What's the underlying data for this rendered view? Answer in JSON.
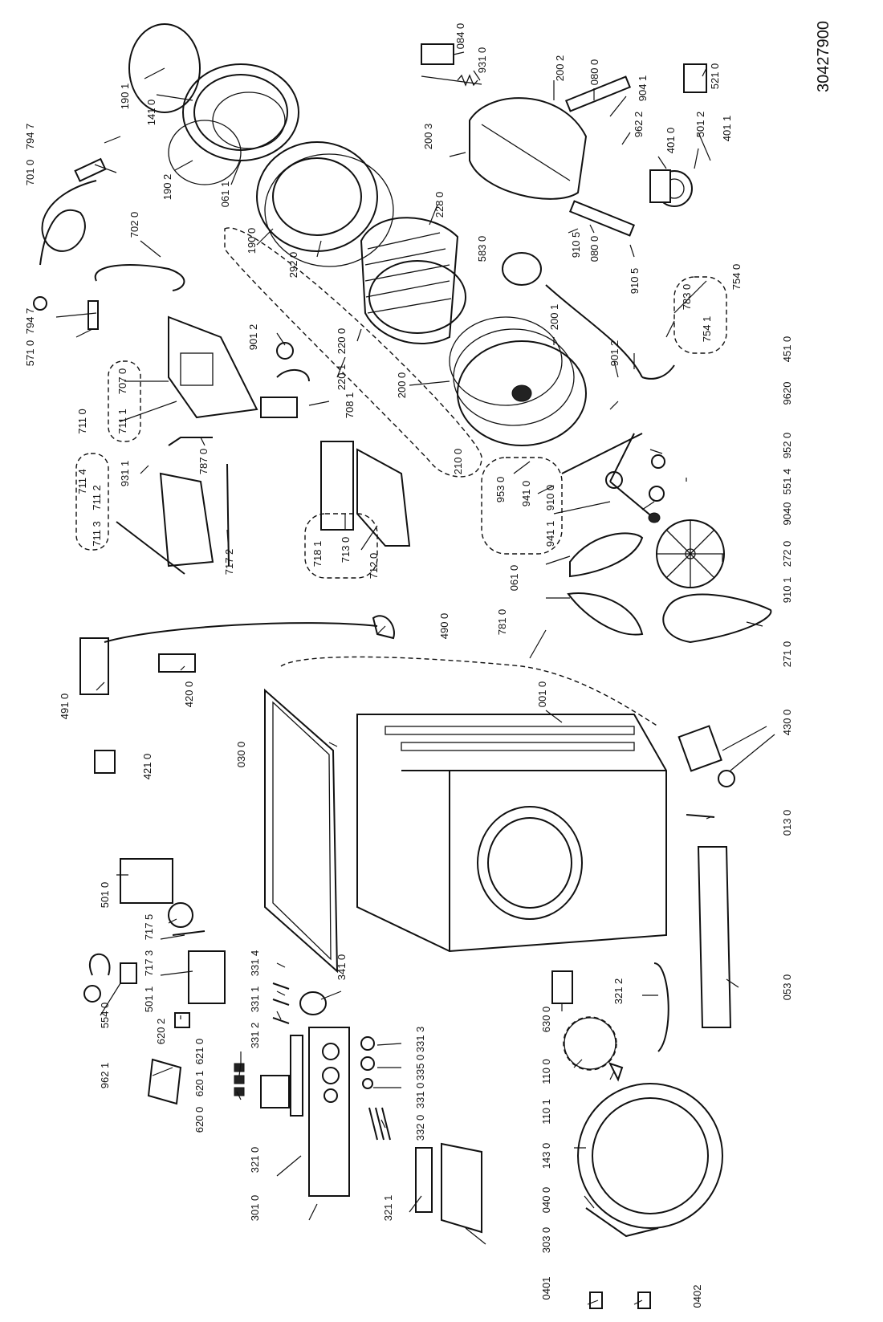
{
  "drawing_ref": "30427900",
  "labels": [
    {
      "text": "190 1"
    },
    {
      "text": "141 0"
    },
    {
      "text": "794 7"
    },
    {
      "text": "701 0"
    },
    {
      "text": "190 2"
    },
    {
      "text": "061 1"
    },
    {
      "text": "702 0"
    },
    {
      "text": "190 0"
    },
    {
      "text": "292 0"
    },
    {
      "text": "228 0"
    },
    {
      "text": "794 7"
    },
    {
      "text": "571 0"
    },
    {
      "text": "901 2"
    },
    {
      "text": "220 0"
    },
    {
      "text": "220 1"
    },
    {
      "text": "707 0"
    },
    {
      "text": "708 1"
    },
    {
      "text": "711 0"
    },
    {
      "text": "711 1"
    },
    {
      "text": "200 0"
    },
    {
      "text": "931 1"
    },
    {
      "text": "787 0"
    },
    {
      "text": "711 4"
    },
    {
      "text": "711 2"
    },
    {
      "text": "711 3"
    },
    {
      "text": "717 2"
    },
    {
      "text": "718 1"
    },
    {
      "text": "713 0"
    },
    {
      "text": "712 0"
    },
    {
      "text": "210 0"
    },
    {
      "text": "084 0"
    },
    {
      "text": "931 0"
    },
    {
      "text": "200 2"
    },
    {
      "text": "080 0"
    },
    {
      "text": "904 1"
    },
    {
      "text": "521 0"
    },
    {
      "text": "200 3"
    },
    {
      "text": "962 2"
    },
    {
      "text": "401 0"
    },
    {
      "text": "501 2"
    },
    {
      "text": "401 1"
    },
    {
      "text": "910 5"
    },
    {
      "text": "080 0"
    },
    {
      "text": "910 5"
    },
    {
      "text": "583 0"
    },
    {
      "text": "754 0"
    },
    {
      "text": "783 0"
    },
    {
      "text": "754 1"
    },
    {
      "text": "200 1"
    },
    {
      "text": "901 2"
    },
    {
      "text": "451 0"
    },
    {
      "text": "9620"
    },
    {
      "text": "952 0"
    },
    {
      "text": "953 0"
    },
    {
      "text": "551 4"
    },
    {
      "text": "941 0"
    },
    {
      "text": "910 0"
    },
    {
      "text": "9040"
    },
    {
      "text": "941 1"
    },
    {
      "text": "272 0"
    },
    {
      "text": "910 1"
    },
    {
      "text": "061 0"
    },
    {
      "text": "271 0"
    },
    {
      "text": "491 0"
    },
    {
      "text": "420 0"
    },
    {
      "text": "490 0"
    },
    {
      "text": "781 0"
    },
    {
      "text": "421 0"
    },
    {
      "text": "001 0"
    },
    {
      "text": "030 0"
    },
    {
      "text": "430 0"
    },
    {
      "text": "013 0"
    },
    {
      "text": "501 0"
    },
    {
      "text": "717 5"
    },
    {
      "text": "717 3"
    },
    {
      "text": "501 1"
    },
    {
      "text": "554 0"
    },
    {
      "text": "331 4"
    },
    {
      "text": "331 1"
    },
    {
      "text": "341 0"
    },
    {
      "text": "620 2"
    },
    {
      "text": "621 0"
    },
    {
      "text": "331 2"
    },
    {
      "text": "962 1"
    },
    {
      "text": "620 1"
    },
    {
      "text": "620 0"
    },
    {
      "text": "331 3"
    },
    {
      "text": "335 0"
    },
    {
      "text": "331 0"
    },
    {
      "text": "332 0"
    },
    {
      "text": "321 0"
    },
    {
      "text": "053 0"
    },
    {
      "text": "321 2"
    },
    {
      "text": "630 0"
    },
    {
      "text": "110 0"
    },
    {
      "text": "110 1"
    },
    {
      "text": "143 0"
    },
    {
      "text": "040 0"
    },
    {
      "text": "303 0"
    },
    {
      "text": "321 1"
    },
    {
      "text": "301 0"
    },
    {
      "text": "0401"
    },
    {
      "text": "0402"
    }
  ]
}
